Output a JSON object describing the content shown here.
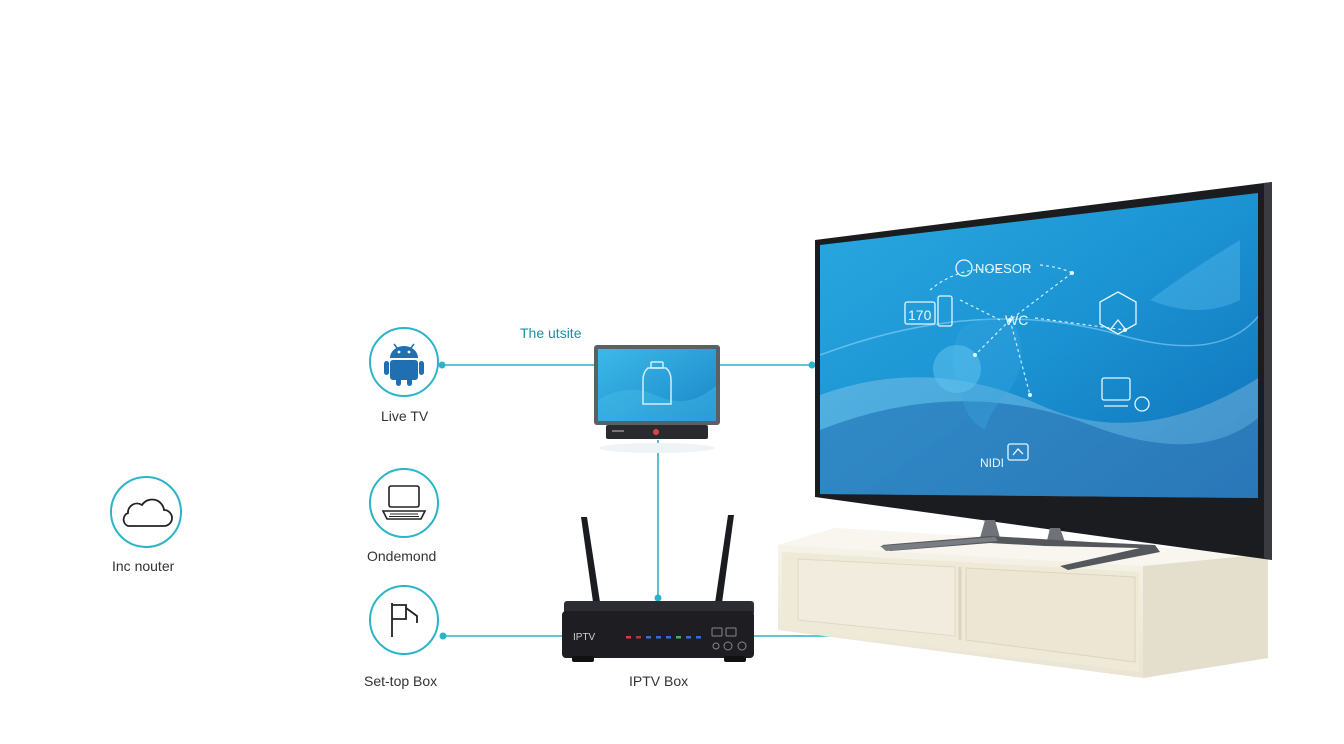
{
  "labels": {
    "cloud": "Inc nouter",
    "live_tv": "Live TV",
    "ondemand": "Ondemond",
    "settop": "Set-top Box",
    "iptv_box": "IPTV Box",
    "top_connector": "The utsite",
    "router_face": "IPTV"
  },
  "tv_screen": {
    "top_text": "NOESOR",
    "left_text": "170",
    "center_text": "WC",
    "bottom_text": "NIDI"
  },
  "icons": {
    "cloud": "cloud-icon",
    "android": "android-icon",
    "laptop": "laptop-icon",
    "flag": "flag-icon"
  },
  "colors": {
    "accent": "#2bb3c8",
    "tv_screen": "#1e9fd8",
    "router": "#1e1e22",
    "stand": "#f3efe2"
  }
}
